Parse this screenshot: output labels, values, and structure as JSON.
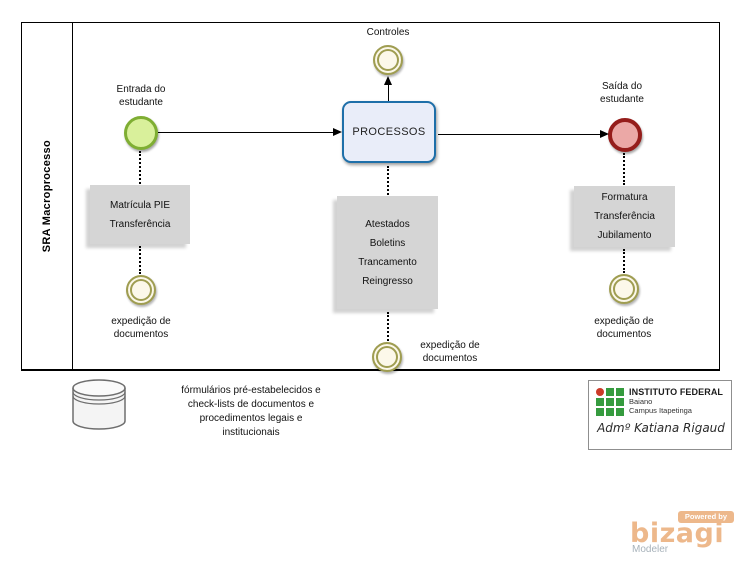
{
  "pool": {
    "label": "SRA Macroprocesso"
  },
  "labels": {
    "entrada": "Entrada do\nestudante",
    "saida": "Saída do\nestudante",
    "controles": "Controles",
    "expedicao_left": "expedição de\ndocumentos",
    "expedicao_center": "expedição de\ndocumentos",
    "expedicao_right": "expedição de\ndocumentos"
  },
  "task": {
    "label": "PROCESSOS"
  },
  "boxes": {
    "left": {
      "text": "Matrícula PIE\nTransferência"
    },
    "center": {
      "text": "Atestados\nBoletins\nTrancamento\nReingresso"
    },
    "right": {
      "text": "Formatura\nTransferência\nJubilamento"
    }
  },
  "note": {
    "text": "fórmulários pré-estabelecidos e\ncheck-lists de documentos e\nprocedimentos legais e\ninstitucionais"
  },
  "logo": {
    "title": "INSTITUTO FEDERAL",
    "line1": "Baiano",
    "line2": "Campus Itapetinga",
    "signature": "Admº Katiana Rigaud"
  },
  "watermark": {
    "powered_by": "Powered by",
    "brand": "bizagi",
    "product": "Modeler"
  },
  "colors": {
    "start_border": "#7fae33",
    "start_fill": "#d9f09b",
    "end_border": "#951d1b",
    "end_fill": "#eba8a6",
    "task_border": "#1e6fa9",
    "task_fill": "#e9edf9",
    "olive_ring": "#9f9d51",
    "olive_fill": "#fcf8ea",
    "box_gray": "#d5d5d5",
    "if_green": "#359b3e",
    "if_red": "#cb3a28",
    "bizagi_tan": "#edb88b",
    "bizagi_gray": "#a7b2ba"
  }
}
